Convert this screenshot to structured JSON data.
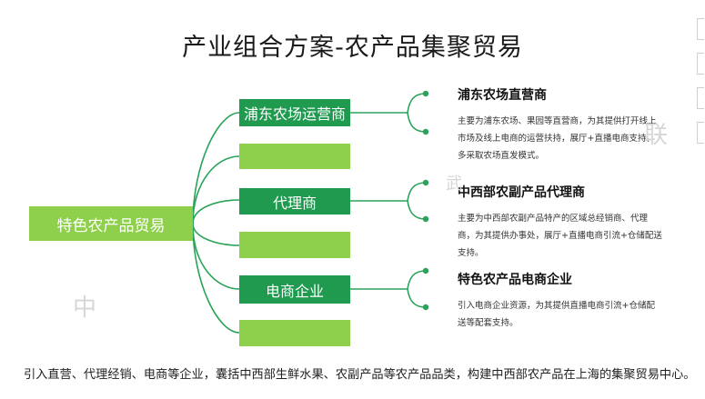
{
  "title": "产业组合方案-农产品集聚贸易",
  "center_node": {
    "label": "特色农产品贸易"
  },
  "branches": [
    {
      "box_label": "浦东农场运营商",
      "desc_title": "浦东农场直营商",
      "desc_text": "主要为浦东农场、果园等直营商，为其提供打开线上市场及线上电商的运营扶持，展厅+直播电商支持，多采取农场直发模式。"
    },
    {
      "box_label": "代理商",
      "desc_title": "中西部农副产品代理商",
      "desc_text": "主要为中西部农副产品特产的区域总经销商、代理商，为其提供办事处，展厅+直播电商引流+仓储配送支持。"
    },
    {
      "box_label": "电商企业",
      "desc_title": "特色农产品电商企业",
      "desc_text": "引入电商企业资源，为其提供直播电商引流+仓储配送等配套支持。"
    }
  ],
  "footer": "引入直营、代理经销、电商等企业，囊括中西部生鲜水果、农副产品等农产品品类，构建中西部农产品在上海的集聚贸易中心。",
  "watermarks": [
    "中",
    "联",
    "武"
  ],
  "colors": {
    "dark_green": "#1f9a4f",
    "light_green": "#8ed04b",
    "line": "#2aa35a"
  }
}
